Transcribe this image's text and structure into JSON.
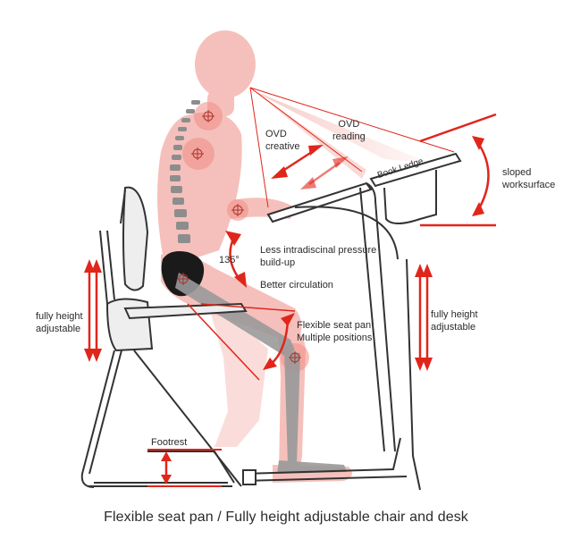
{
  "labels": {
    "ovd_creative": "OVD\ncreative",
    "ovd_reading": "OVD\nreading",
    "book_ledge": "Book Ledge",
    "sloped_worksurface": "sloped\nworksurface",
    "angle": "135°",
    "pressure": "Less intradiscinal pressure\nbuild-up",
    "circulation": "Better circulation",
    "chair_height": "fully height\nadjustable",
    "desk_height": "fully height\nadjustable",
    "seat_pan": "Flexible seat pan\nMultiple positions",
    "footrest": "Footrest"
  },
  "caption": "Flexible seat pan / Fully height adjustable chair and desk",
  "colors": {
    "accent_red": "#e0261b",
    "body_pink": "#f4b6b0",
    "spine_grey": "#8d8d8d",
    "furniture_line": "#333333"
  }
}
